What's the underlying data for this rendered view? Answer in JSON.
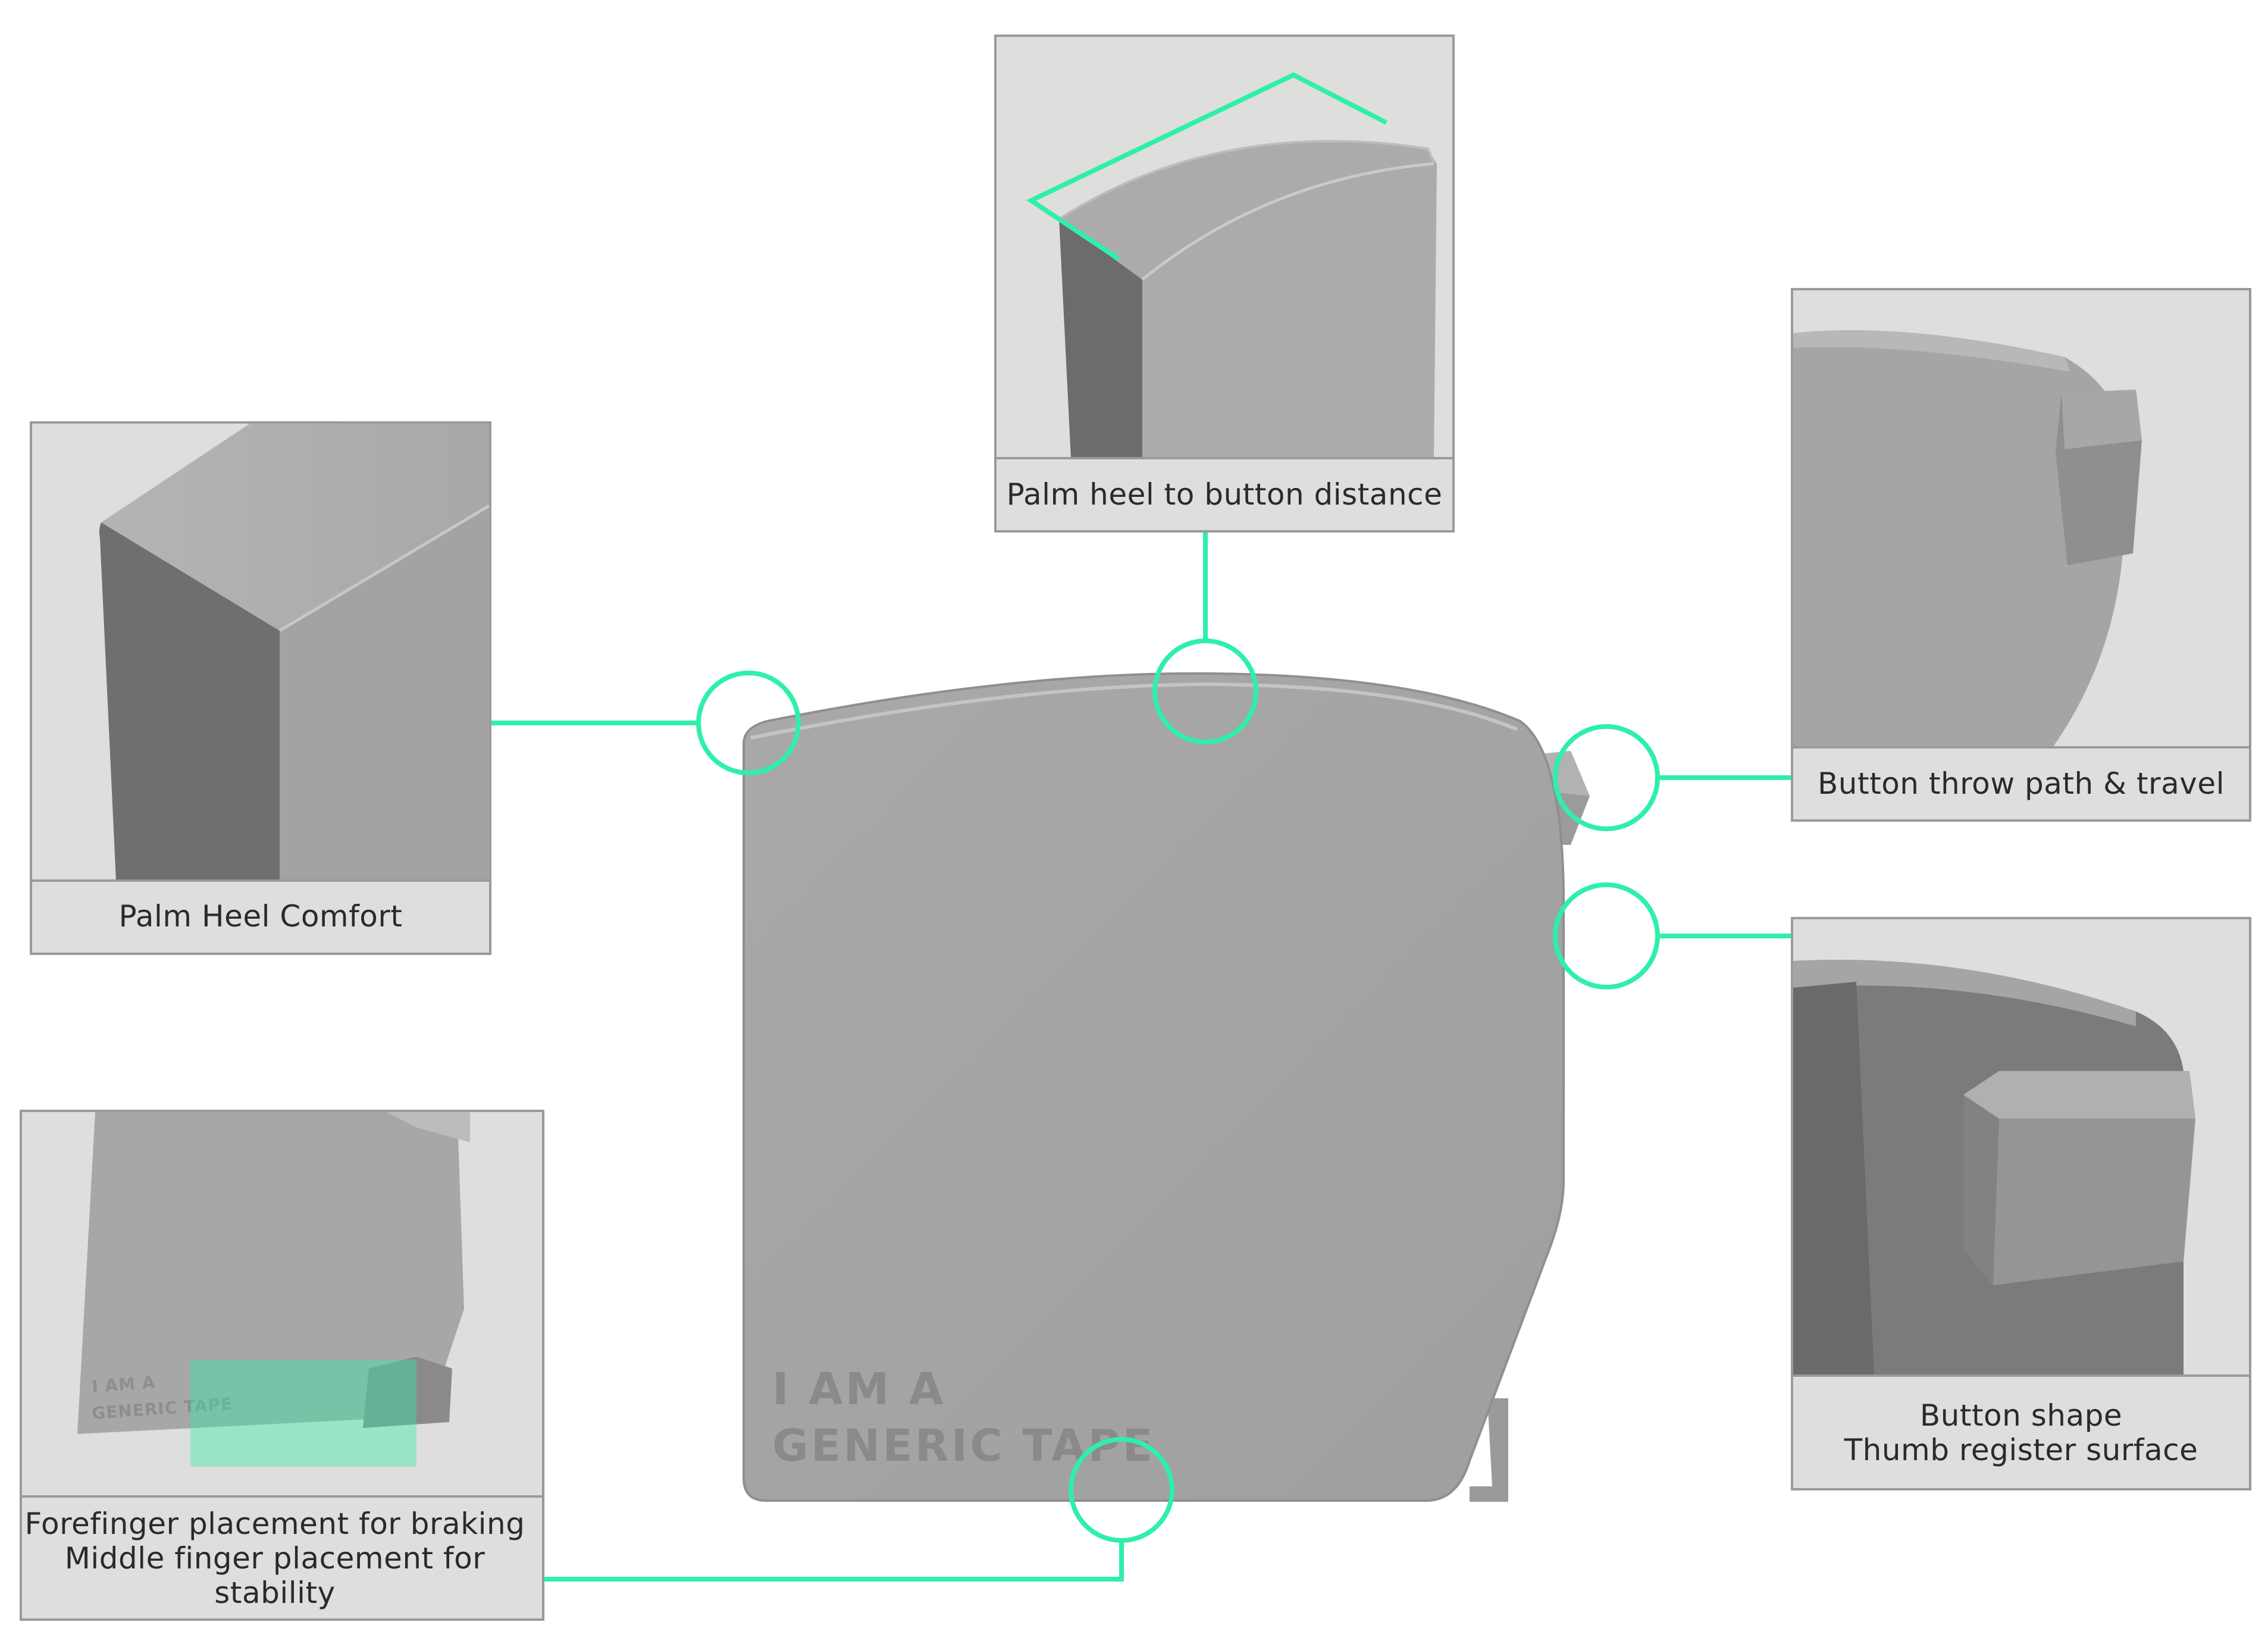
{
  "colors": {
    "accent": "#2ef0a8",
    "body_grey": "#a3a3a3",
    "panel_bg": "#dededc",
    "panel_border": "#9a9a9a"
  },
  "device": {
    "emboss_line1": "I AM A",
    "emboss_line2": "GENERIC TAPE"
  },
  "panels": {
    "palm_heel_comfort": {
      "caption": "Palm Heel Comfort"
    },
    "palm_heel_to_button": {
      "caption": "Palm heel to button distance"
    },
    "button_throw": {
      "caption": "Button throw path & travel"
    },
    "button_shape": {
      "caption_line1": "Button shape",
      "caption_line2": "Thumb register surface"
    },
    "finger_placement": {
      "caption_line1": "Forefinger placement for braking",
      "caption_line2": "Middle finger placement for",
      "caption_line3": "stability",
      "emboss_line1": "I AM A",
      "emboss_line2": "GENERIC TAPE"
    }
  }
}
